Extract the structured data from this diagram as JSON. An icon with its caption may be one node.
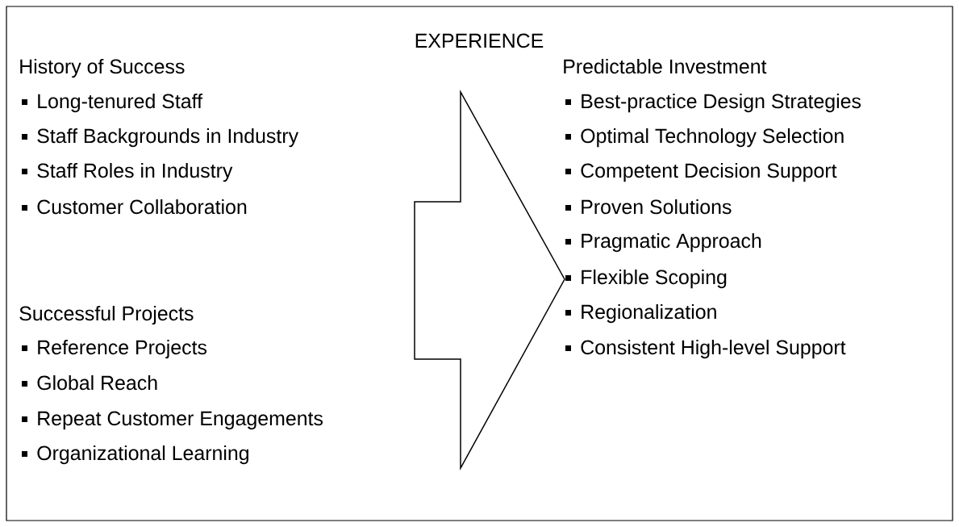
{
  "diagram": {
    "title": "EXPERIENCE",
    "labels": [
      "History of Success",
      "Long-tenured Staff",
      "Staff Backgrounds in Industry",
      "Staff Roles in Industry",
      "Customer Collaboration",
      "Successful Projects",
      "Reference Projects",
      "Global Reach",
      "Repeat Customer Engagements",
      "Organizational Learning",
      "Predictable Investment",
      "Best-practice Design Strategies",
      "Optimal Technology Selection",
      "Competent Decision Support",
      "Proven Solutions",
      "Pragmatic Approach",
      "Flexible Scoping",
      "Regionalization",
      "Consistent High-level Support"
    ]
  }
}
